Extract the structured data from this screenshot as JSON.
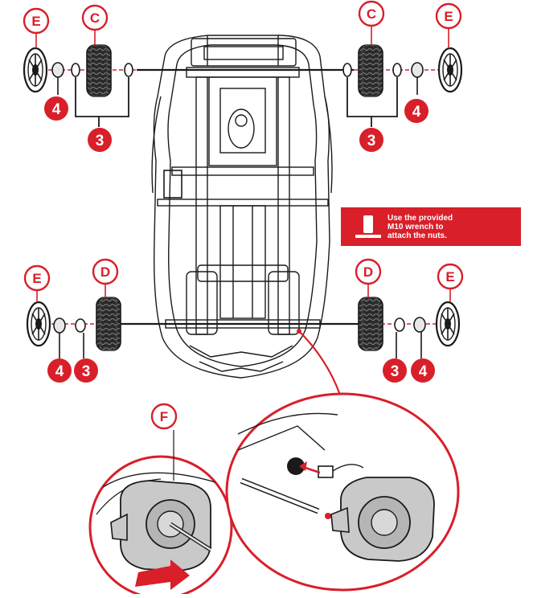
{
  "labels": {
    "wheel_cap": "E",
    "rear_wheel": "C",
    "front_wheel": "D",
    "gearbox": "F",
    "washer": "3",
    "nut": "4"
  },
  "callout": {
    "line1": "Use the provided",
    "line2": "M10 wrench to",
    "line3": "attach the nuts."
  },
  "colors": {
    "accent": "#d81f2a",
    "ink": "#1a1a1a",
    "tire": "#2a2a2a",
    "gear_fill": "#c9c9c9"
  }
}
